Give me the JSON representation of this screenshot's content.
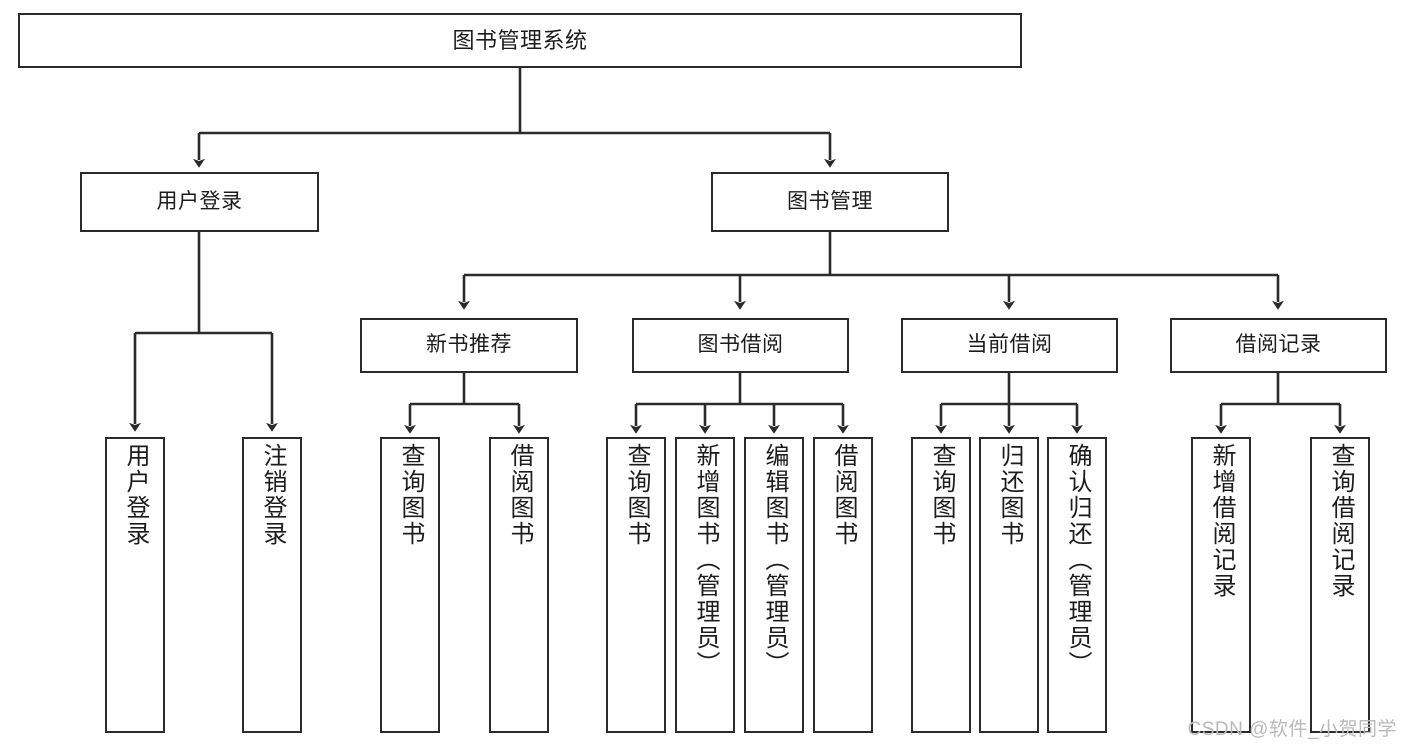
{
  "diagram": {
    "title": "图书管理系统",
    "type": "tree",
    "watermark": "CSDN @软件_小贺同学",
    "colors": {
      "stroke": "#2b2b2b",
      "fill": "#ffffff",
      "text": "#1c1c1c",
      "watermark": "#b9b9b9"
    },
    "nodes": {
      "root": {
        "label": "图书管理系统"
      },
      "level2": [
        {
          "id": "user-login",
          "label": "用户登录"
        },
        {
          "id": "book-manage",
          "label": "图书管理"
        }
      ],
      "level3": [
        {
          "id": "new-book-recommend",
          "label": "新书推荐"
        },
        {
          "id": "book-borrow",
          "label": "图书借阅"
        },
        {
          "id": "current-borrow",
          "label": "当前借阅"
        },
        {
          "id": "borrow-record",
          "label": "借阅记录"
        }
      ],
      "leaves": {
        "user-login": [
          {
            "id": "leaf-user-login",
            "label": "用户登录"
          },
          {
            "id": "leaf-user-logout",
            "label": "注销登录"
          }
        ],
        "new-book-recommend": [
          {
            "id": "leaf-query-book-1",
            "label": "查询图书"
          },
          {
            "id": "leaf-borrow-book-1",
            "label": "借阅图书"
          }
        ],
        "book-borrow": [
          {
            "id": "leaf-query-book-2",
            "label": "查询图书"
          },
          {
            "id": "leaf-add-book",
            "label": "新增图书（管理员）"
          },
          {
            "id": "leaf-edit-book",
            "label": "编辑图书（管理员）"
          },
          {
            "id": "leaf-borrow-book-2",
            "label": "借阅图书"
          }
        ],
        "current-borrow": [
          {
            "id": "leaf-query-book-3",
            "label": "查询图书"
          },
          {
            "id": "leaf-return-book",
            "label": "归还图书"
          },
          {
            "id": "leaf-confirm-return",
            "label": "确认归还（管理员）"
          }
        ],
        "borrow-record": [
          {
            "id": "leaf-add-record",
            "label": "新增借阅记录"
          },
          {
            "id": "leaf-query-record",
            "label": "查询借阅记录"
          }
        ]
      }
    }
  }
}
